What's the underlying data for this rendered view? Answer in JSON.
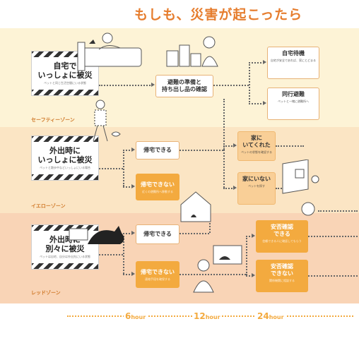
{
  "title": "もしも、災害が起こったら",
  "zones": [
    {
      "label": "セーフティーゾーン",
      "scenario": {
        "title": "自宅で\nいっしょに被災",
        "desc": "ペットと同じ生活空間にいる状態"
      }
    },
    {
      "label": "イエローゾーン",
      "scenario": {
        "title": "外出時に\nいっしょに被災",
        "desc": "ペットと散歩中などいっしょにいる場合"
      }
    },
    {
      "label": "レッドゾーン",
      "scenario": {
        "title": "外出時に\n別々に被災",
        "desc": "ペットは自宅、自分は外出先にいる状態"
      }
    }
  ],
  "boxes": {
    "prep": "避難の準備と\n持ち出し品の確認",
    "home_wait": "自宅待機",
    "home_wait_desc": "自宅が安全であれば、家にとどまる",
    "together_evac": "同行避難",
    "together_evac_desc": "ペットと一緒に避難所へ",
    "can_return_1": "帰宅できる",
    "cannot_return_1": "帰宅できない",
    "cannot_return_1_desc": "近くの避難所へ移動する",
    "at_home": "家に\nいてくれた",
    "at_home_desc": "ペットの状態を確認する",
    "not_home": "家にいない",
    "not_home_desc": "ペットを探す",
    "can_return_2": "帰宅できる",
    "cannot_return_2": "帰宅できない",
    "cannot_return_2_desc": "連絡手段を確保する",
    "safety_ok": "安否確認\nできる",
    "safety_ok_desc": "信頼できる人に確認してもらう",
    "safety_ng": "安否確認\nできない",
    "safety_ng_desc": "関係機関に相談する"
  },
  "timeline": [
    {
      "num": "6",
      "unit": "hour"
    },
    {
      "num": "12",
      "unit": "hour"
    },
    {
      "num": "24",
      "unit": "hour"
    }
  ],
  "colors": {
    "accent": "#f3aa3f",
    "title": "#e67d2e"
  }
}
